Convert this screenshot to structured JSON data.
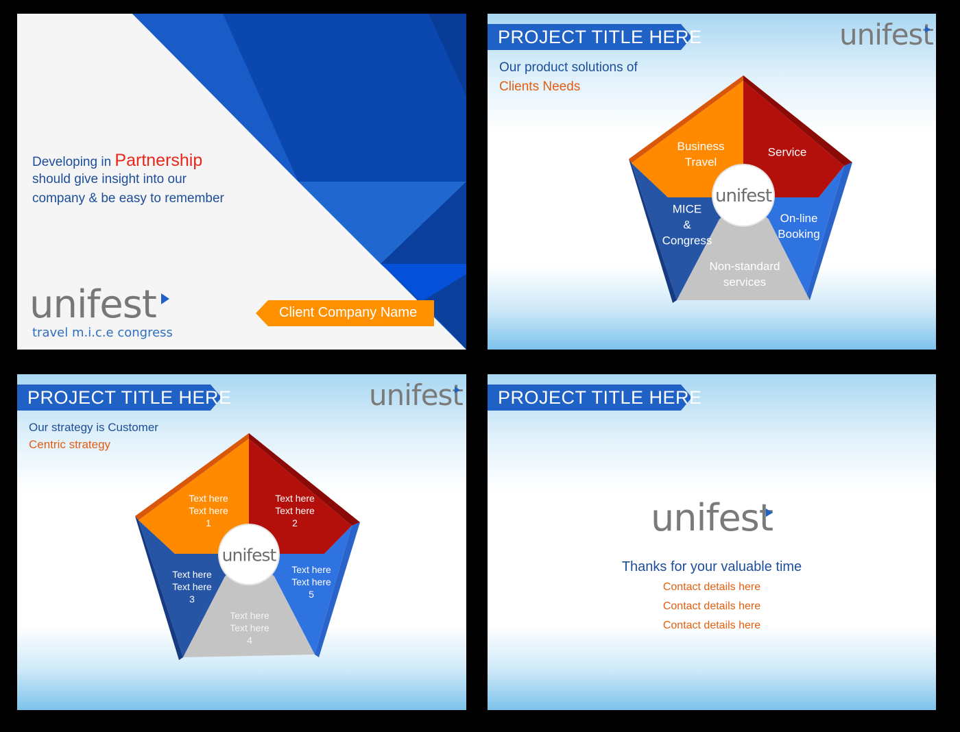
{
  "slide1": {
    "line1_prefix": "Developing in ",
    "line1_highlight": "Partnership",
    "line2": "should give insight into our",
    "line3": "company & be easy to remember",
    "logo": "unifest",
    "tagline": "travel m.i.c.e congress",
    "client_label": "Client Company Name"
  },
  "slide2": {
    "title": "PROJECT TITLE HERE",
    "logo": "unifest",
    "subtitle_line1": "Our product solutions of",
    "subtitle_line2": "Clients Needs",
    "center_logo": "unifest",
    "segments": {
      "business_line1": "Business",
      "business_line2": "Travel",
      "service": "Service",
      "online_line1": "On-line",
      "online_line2": "Booking",
      "nonstandard_line1": "Non-standard",
      "nonstandard_line2": "services",
      "mice_line1": "MICE",
      "mice_line2": "&",
      "mice_line3": "Congress"
    }
  },
  "slide3": {
    "title": "PROJECT TITLE HERE",
    "logo": "unifest",
    "subtitle_line1": "Our strategy is Customer",
    "subtitle_line2": "Centric strategy",
    "center_logo": "unifest",
    "segments": [
      {
        "line1": "Text here",
        "line2": "Text here",
        "num": "1"
      },
      {
        "line1": "Text here",
        "line2": "Text here",
        "num": "2"
      },
      {
        "line1": "Text here",
        "line2": "Text here",
        "num": "3"
      },
      {
        "line1": "Text here",
        "line2": "Text here",
        "num": "4"
      },
      {
        "line1": "Text here",
        "line2": "Text here",
        "num": "5"
      }
    ]
  },
  "slide4": {
    "title": "PROJECT TITLE HERE",
    "logo": "unifest",
    "thanks": "Thanks for your valuable time",
    "contacts": [
      "Contact details here",
      "Contact details here",
      "Contact details here"
    ]
  },
  "colors": {
    "blue_dark": "#1f4e9e",
    "blue_title": "#1f61c4",
    "orange": "#ff8a00",
    "red": "#b30f0b",
    "blue_light": "#2f73e0",
    "gray": "#c4c4c4",
    "text_orange": "#e35e0f",
    "text_blue": "#1c4d99"
  }
}
